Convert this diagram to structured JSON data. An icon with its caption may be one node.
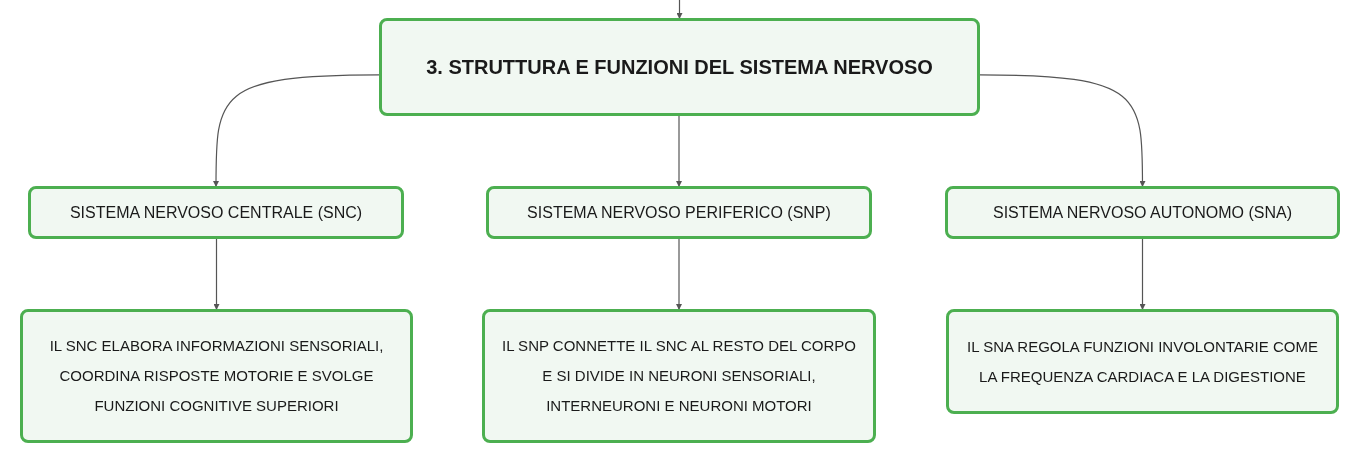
{
  "diagram": {
    "nodes": [
      {
        "text": [
          "3. STRUTTURA E FUNZIONI DEL SISTEMA NERVOSO"
        ]
      },
      {
        "text": [
          "SISTEMA NERVOSO CENTRALE (SNC)"
        ]
      },
      {
        "text": [
          "SISTEMA NERVOSO PERIFERICO (SNP)"
        ]
      },
      {
        "text": [
          "SISTEMA NERVOSO AUTONOMO (SNA)"
        ]
      },
      {
        "text": [
          "IL SNC ELABORA INFORMAZIONI SENSORIALI, COORDINA RISPOSTE MOTORIE E SVOLGE FUNZIONI COGNITIVE SUPERIORI"
        ]
      },
      {
        "text": [
          "IL SNP CONNETTE IL SNC AL RESTO DEL CORPO E SI DIVIDE IN NEURONI SENSORIALI, INTERNEURONI E NEURONI MOTORI"
        ]
      },
      {
        "text": [
          "IL SNA REGOLA FUNZIONI INVOLONTARIE COME LA FREQUENZA CARDIACA E LA DIGESTIONE"
        ]
      }
    ],
    "edges": [
      {
        "from": null,
        "to": 0,
        "arrow": "to"
      },
      {
        "from": 0,
        "to": 1,
        "arrow": "to"
      },
      {
        "from": 0,
        "to": 2,
        "arrow": "to"
      },
      {
        "from": 0,
        "to": 3,
        "arrow": "to"
      },
      {
        "from": 1,
        "to": 4,
        "arrow": "to"
      },
      {
        "from": 2,
        "to": 5,
        "arrow": "to"
      },
      {
        "from": 3,
        "to": 6,
        "arrow": "to"
      }
    ]
  }
}
